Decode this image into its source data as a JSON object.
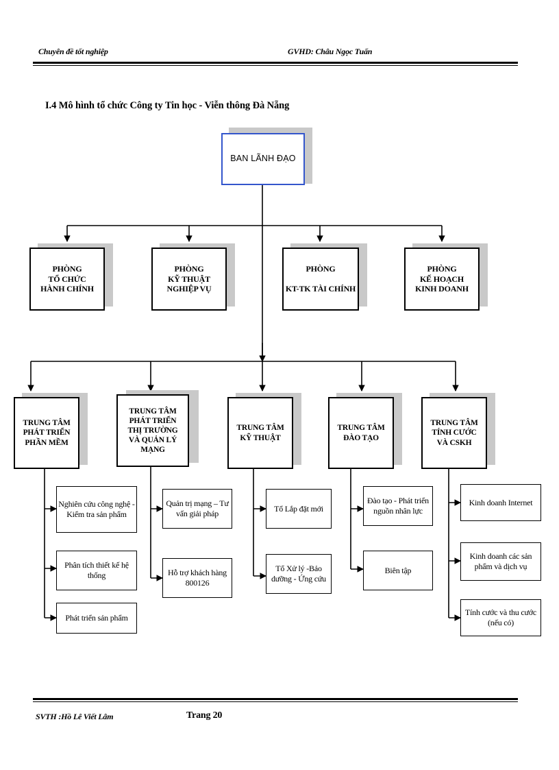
{
  "page": {
    "header_left": "Chuyên đề tốt nghiệp",
    "header_right": "GVHD: Châu Ngọc Tuấn",
    "footer_left": "SVTH :Hồ Lê Viết Lâm",
    "footer_center": "Trang 20",
    "section_title": "I.4  Mô hình tổ chức Công ty Tin học - Viễn thông Đà Nẵng"
  },
  "colors": {
    "root_border": "#3355cc",
    "node_border": "#000000",
    "shadow": "#c9c9c9",
    "connector": "#000000",
    "paper": "#ffffff"
  },
  "chart_data": {
    "type": "diagram",
    "title": "I.4  Mô hình tổ chức Công ty Tin học - Viễn thông Đà Nẵng",
    "orientation": "top-down organizational chart",
    "levels": 4,
    "nodes": {
      "root": {
        "label": "BAN LÃNH ĐẠO"
      },
      "departments": [
        {
          "label": "PHÒNG\nTỔ CHỨC\nHÀNH CHÍNH"
        },
        {
          "label": "PHÒNG\nKỸ THUẬT\nNGHIỆP VỤ"
        },
        {
          "label": "PHÒNG\n\nKT-TK TÀI CHÍNH"
        },
        {
          "label": "PHÒNG\nKẾ HOẠCH\nKINH DOANH"
        }
      ],
      "centers": [
        {
          "label": "TRUNG TÂM\nPHÁT TRIỂN\nPHẦN MỀM"
        },
        {
          "label": "TRUNG TÂM\nPHÁT TRIỂN\nTHỊ TRƯỜNG\nVÀ  QUẢN LÝ\nMẠNG"
        },
        {
          "label": "TRUNG TÂM\nKỸ THUẬT"
        },
        {
          "label": "TRUNG TÂM\nĐÀO TẠO"
        },
        {
          "label": "TRUNG TÂM\nTÍNH CƯỚC\nVÀ CSKH"
        }
      ],
      "leaves": {
        "software": [
          {
            "label": "Nghiên cứu công nghệ - Kiểm tra sản phẩm"
          },
          {
            "label": "Phân tích thiết kế hệ thống"
          },
          {
            "label": "Phát triển sản phẩm"
          }
        ],
        "market": [
          {
            "label": "Quản trị mạng – Tư vấn giải pháp"
          },
          {
            "label": "Hỗ trợ khách hàng 800126"
          }
        ],
        "technical": [
          {
            "label": "Tổ Lắp đặt mới"
          },
          {
            "label": "Tổ Xử lý -Bảo dưỡng - Ứng cứu"
          }
        ],
        "training": [
          {
            "label": "Đào tạo - Phát triển nguồn nhân lực"
          },
          {
            "label": "Biên tập"
          }
        ],
        "billing": [
          {
            "label": "Kinh doanh Internet"
          },
          {
            "label": "Kinh doanh các sản phẩm và dịch vụ"
          },
          {
            "label": "Tính cước và thu cước (nếu có)"
          }
        ]
      }
    }
  }
}
